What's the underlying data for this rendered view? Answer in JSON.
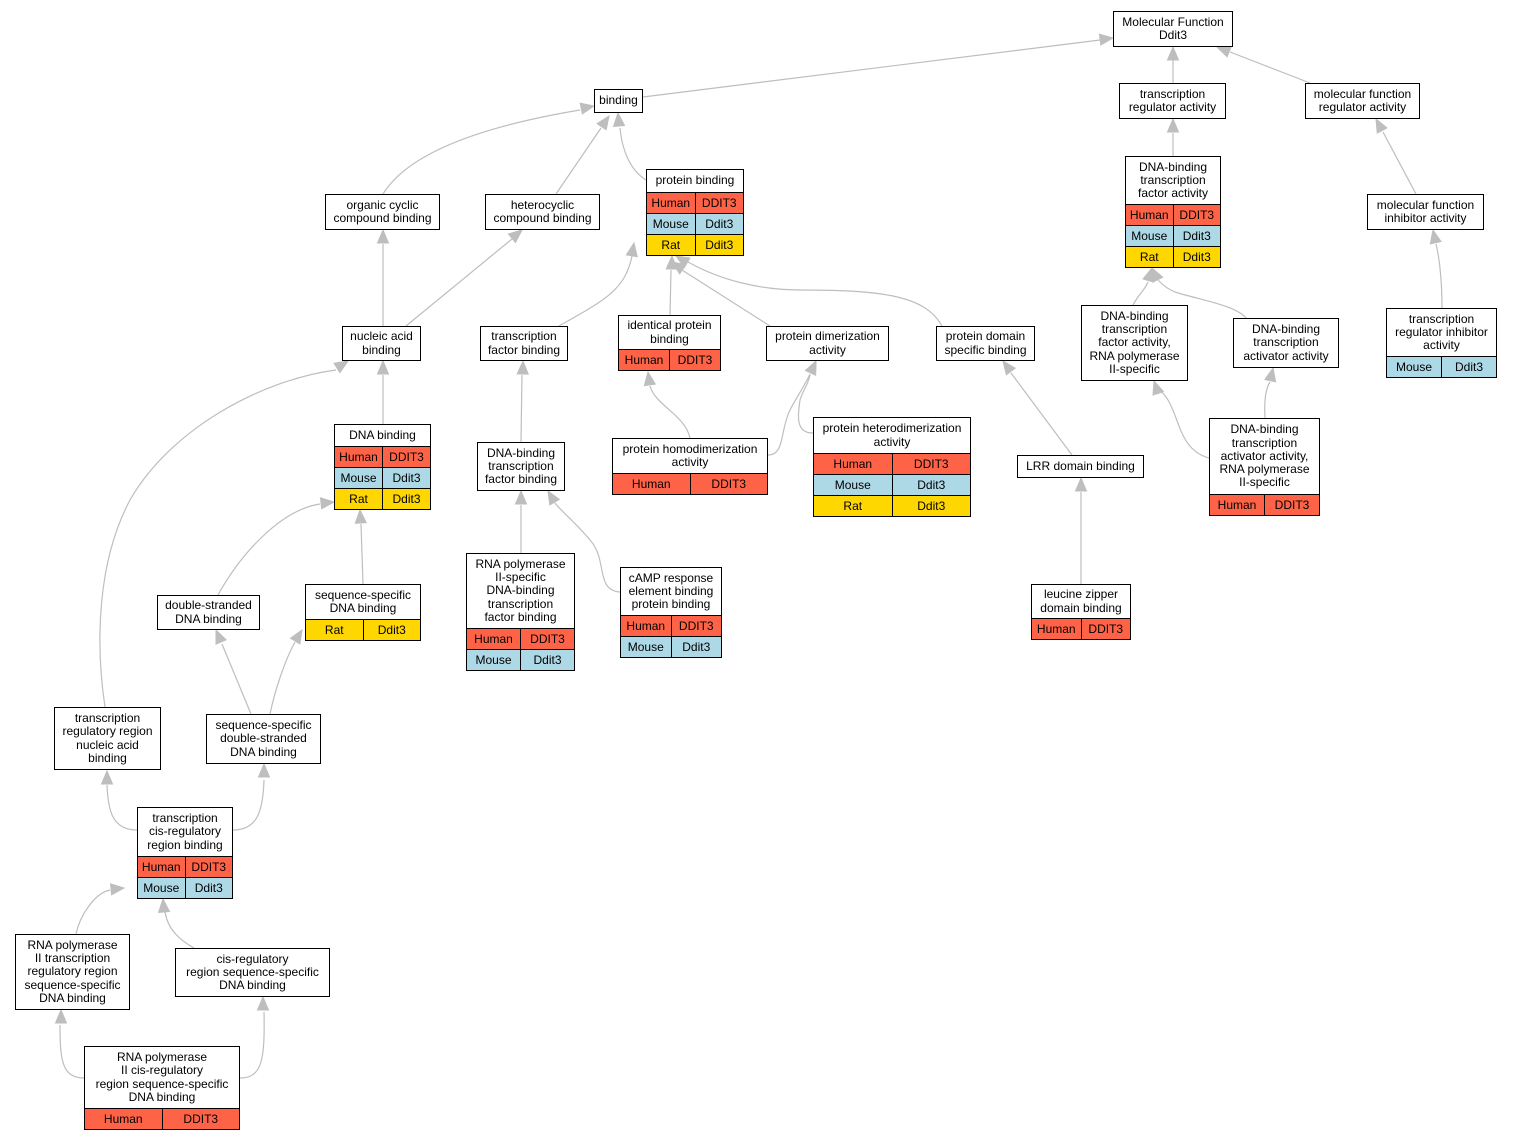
{
  "colors": {
    "Human": "#ff6347",
    "Mouse": "#add8e6",
    "Rat": "#ffd700",
    "edge": "#bebebe"
  },
  "nodes": [
    {
      "id": "mf",
      "label": "Molecular Function\nDdit3",
      "rows": []
    },
    {
      "id": "binding",
      "label": "binding",
      "rows": []
    },
    {
      "id": "tra",
      "label": "transcription\nregulator activity",
      "rows": []
    },
    {
      "id": "mfra",
      "label": "molecular function\nregulator activity",
      "rows": []
    },
    {
      "id": "ocb",
      "label": "organic cyclic\ncompound binding",
      "rows": []
    },
    {
      "id": "hcb",
      "label": "heterocyclic\ncompound binding",
      "rows": []
    },
    {
      "id": "pb",
      "label": "protein binding",
      "rows": [
        {
          "species": "Human",
          "gene": "DDIT3"
        },
        {
          "species": "Mouse",
          "gene": "Ddit3"
        },
        {
          "species": "Rat",
          "gene": "Ddit3"
        }
      ]
    },
    {
      "id": "dbtfa",
      "label": "DNA-binding\ntranscription\nfactor activity",
      "rows": [
        {
          "species": "Human",
          "gene": "DDIT3"
        },
        {
          "species": "Mouse",
          "gene": "Ddit3"
        },
        {
          "species": "Rat",
          "gene": "Ddit3"
        }
      ]
    },
    {
      "id": "mfia",
      "label": "molecular function\ninhibitor activity",
      "rows": []
    },
    {
      "id": "nab",
      "label": "nucleic acid\nbinding",
      "rows": []
    },
    {
      "id": "tfb",
      "label": "transcription\nfactor binding",
      "rows": []
    },
    {
      "id": "ipb",
      "label": "identical protein\nbinding",
      "rows": [
        {
          "species": "Human",
          "gene": "DDIT3"
        }
      ]
    },
    {
      "id": "pda",
      "label": "protein dimerization\nactivity",
      "rows": []
    },
    {
      "id": "pdsb",
      "label": "protein domain\nspecific binding",
      "rows": []
    },
    {
      "id": "dbtfa2",
      "label": "DNA-binding\ntranscription\nfactor activity,\nRNA polymerase\nII-specific",
      "rows": []
    },
    {
      "id": "dbtaa",
      "label": "DNA-binding\ntranscription\nactivator activity",
      "rows": []
    },
    {
      "id": "tria",
      "label": "transcription\nregulator inhibitor\nactivity",
      "rows": [
        {
          "species": "Mouse",
          "gene": "Ddit3"
        }
      ]
    },
    {
      "id": "dnab",
      "label": "DNA binding",
      "rows": [
        {
          "species": "Human",
          "gene": "DDIT3"
        },
        {
          "species": "Mouse",
          "gene": "Ddit3"
        },
        {
          "species": "Rat",
          "gene": "Ddit3"
        }
      ]
    },
    {
      "id": "dbtfb",
      "label": "DNA-binding\ntranscription\nfactor binding",
      "rows": []
    },
    {
      "id": "phda",
      "label": "protein homodimerization\nactivity",
      "rows": [
        {
          "species": "Human",
          "gene": "DDIT3"
        }
      ]
    },
    {
      "id": "phtda",
      "label": "protein heterodimerization\nactivity",
      "rows": [
        {
          "species": "Human",
          "gene": "DDIT3"
        },
        {
          "species": "Mouse",
          "gene": "Ddit3"
        },
        {
          "species": "Rat",
          "gene": "Ddit3"
        }
      ]
    },
    {
      "id": "lrr",
      "label": "LRR domain binding",
      "rows": []
    },
    {
      "id": "dbtaa2",
      "label": "DNA-binding\ntranscription\nactivator activity,\nRNA polymerase\nII-specific",
      "rows": [
        {
          "species": "Human",
          "gene": "DDIT3"
        }
      ]
    },
    {
      "id": "rp2",
      "label": "RNA polymerase\nII-specific\nDNA-binding\ntranscription\nfactor binding",
      "rows": [
        {
          "species": "Human",
          "gene": "DDIT3"
        },
        {
          "species": "Mouse",
          "gene": "Ddit3"
        }
      ]
    },
    {
      "id": "camp",
      "label": "cAMP response\nelement binding\nprotein binding",
      "rows": [
        {
          "species": "Human",
          "gene": "DDIT3"
        },
        {
          "species": "Mouse",
          "gene": "Ddit3"
        }
      ]
    },
    {
      "id": "lzdb",
      "label": "leucine zipper\ndomain binding",
      "rows": [
        {
          "species": "Human",
          "gene": "DDIT3"
        }
      ]
    },
    {
      "id": "dsdb",
      "label": "double-stranded\nDNA binding",
      "rows": []
    },
    {
      "id": "ssdb",
      "label": "sequence-specific\nDNA binding",
      "rows": [
        {
          "species": "Rat",
          "gene": "Ddit3"
        }
      ]
    },
    {
      "id": "trnab",
      "label": "transcription\nregulatory region\nnucleic acid\nbinding",
      "rows": []
    },
    {
      "id": "ssdsdb",
      "label": "sequence-specific\ndouble-stranded\nDNA binding",
      "rows": []
    },
    {
      "id": "tcrrb",
      "label": "transcription\ncis-regulatory\nregion binding",
      "rows": [
        {
          "species": "Human",
          "gene": "DDIT3"
        },
        {
          "species": "Mouse",
          "gene": "Ddit3"
        }
      ]
    },
    {
      "id": "rp2tr",
      "label": "RNA polymerase\nII transcription\nregulatory region\nsequence-specific\nDNA binding",
      "rows": []
    },
    {
      "id": "crss",
      "label": "cis-regulatory\nregion sequence-specific\nDNA binding",
      "rows": []
    },
    {
      "id": "rp2cr",
      "label": "RNA polymerase\nII cis-regulatory\nregion sequence-specific\nDNA binding",
      "rows": [
        {
          "species": "Human",
          "gene": "DDIT3"
        }
      ]
    }
  ]
}
